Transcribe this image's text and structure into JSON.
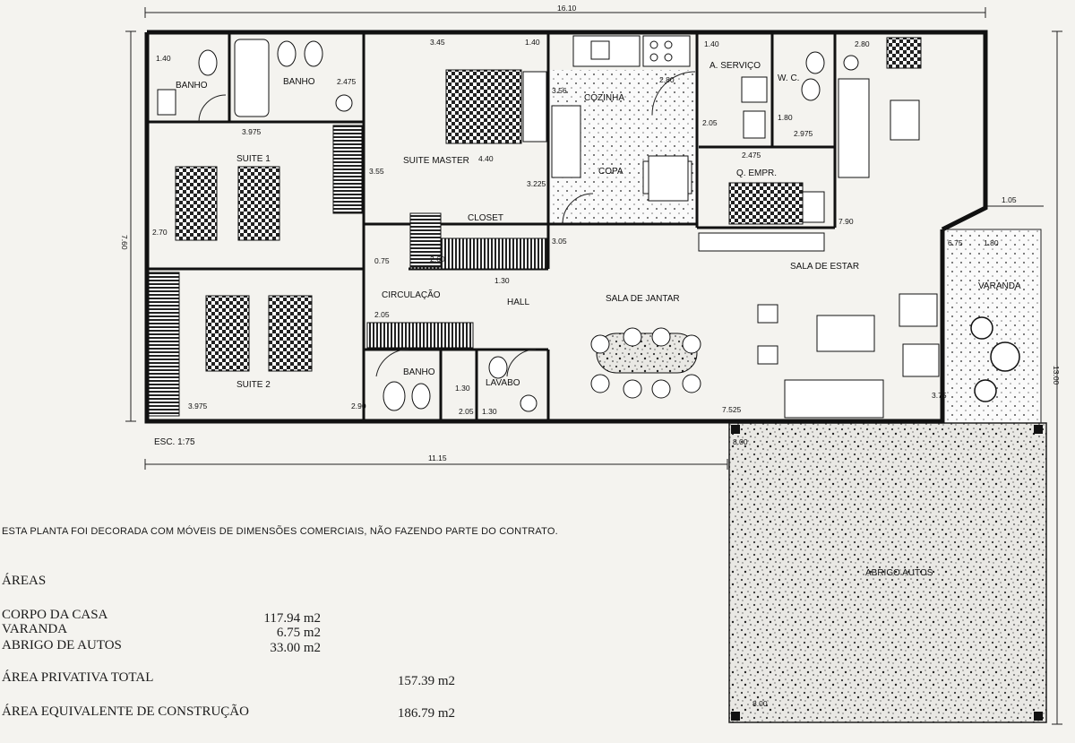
{
  "dimensions": {
    "top_total": "16.10",
    "bottom_total": "11.15",
    "left_height": "7.60",
    "right_height": "13.00",
    "right_offset": "1.05",
    "items": [
      "3.45",
      "1.40",
      "2.475",
      "3.975",
      "3.55",
      "4.40",
      "3.225",
      "2.70",
      "0.75",
      "2.60",
      "1.30",
      "3.05",
      "2.05",
      "1.40",
      "2.80",
      "3.56",
      "2.05",
      "1.40",
      "2.80",
      "1.80",
      "2.475",
      "2.975",
      "7.90",
      "1.80",
      "6.75",
      "3.975",
      "2.90",
      "2.05",
      "1.30",
      "1.30",
      "7.525",
      "3.75",
      "8.00",
      "8.00"
    ]
  },
  "rooms": {
    "banho_1": "BANHO",
    "banho_2": "BANHO",
    "banho_3": "BANHO",
    "suite_1": "SUITE 1",
    "suite_2": "SUITE 2",
    "suite_master": "SUITE MASTER",
    "closet": "CLOSET",
    "cozinha": "COZINHA",
    "copa": "COPA",
    "a_servico": "A. SERVIÇO",
    "wc": "W. C.",
    "q_empr": "Q. EMPR.",
    "sala_estar": "SALA DE ESTAR",
    "sala_jantar": "SALA DE JANTAR",
    "circulacao": "CIRCULAÇÃO",
    "hall": "HALL",
    "lavabo": "LAVABO",
    "varanda": "VARANDA",
    "abrigo_autos": "ABRIGO AUTOS"
  },
  "scale": "ESC. 1:75",
  "note": "ESTA PLANTA FOI DECORADA COM MÓVEIS DE DIMENSÕES COMERCIAIS, NÃO FAZENDO PARTE DO CONTRATO.",
  "areas": {
    "heading": "ÁREAS",
    "items": [
      {
        "label": "CORPO DA CASA",
        "value": "117.94 m2"
      },
      {
        "label": "VARANDA",
        "value": "6.75 m2"
      },
      {
        "label": "ABRIGO DE AUTOS",
        "value": "33.00 m2"
      }
    ],
    "private_total": {
      "label": "ÁREA PRIVATIVA TOTAL",
      "value": "157.39 m2"
    },
    "equivalent": {
      "label": "ÁREA EQUIVALENTE DE CONSTRUÇÃO",
      "value": "186.79 m2"
    }
  }
}
